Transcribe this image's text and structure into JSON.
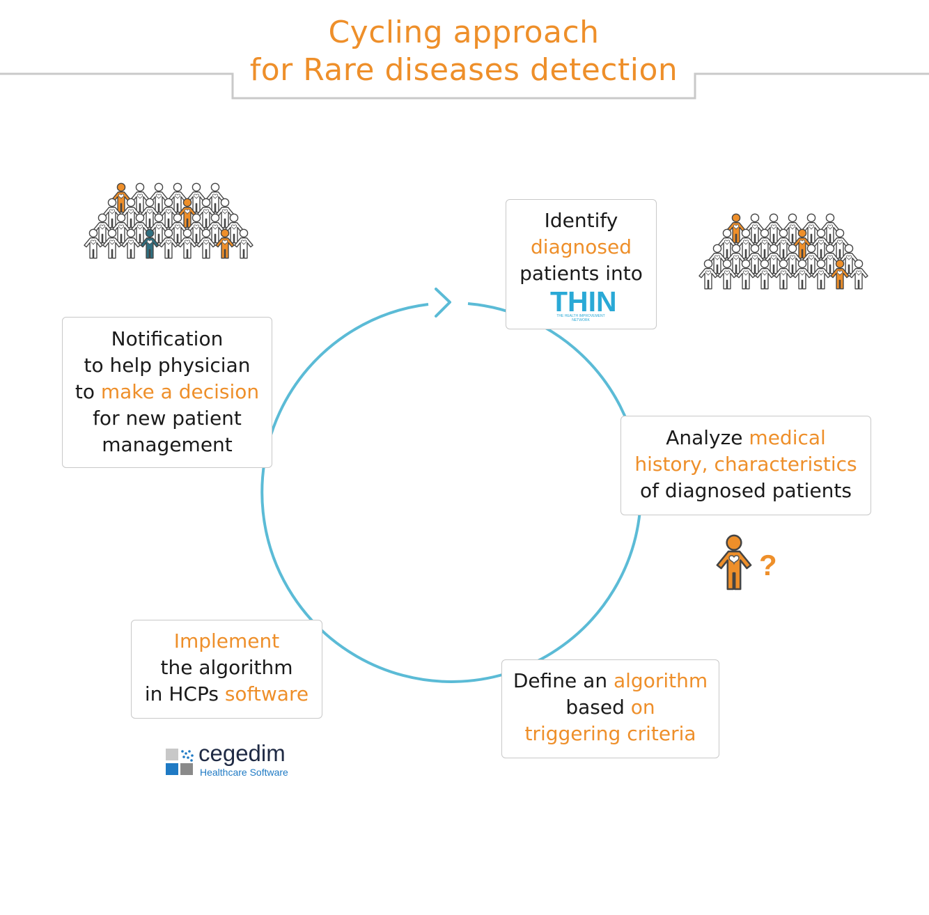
{
  "title": {
    "line1": "Cycling approach",
    "line2": "for Rare diseases detection"
  },
  "colors": {
    "accent": "#ee8f2a",
    "cycle": "#5bbbd6",
    "teal": "#2f6f80",
    "thin": "#2aa9d6",
    "border": "#c8c8c8"
  },
  "steps": {
    "identify": {
      "l1": "Identify",
      "l2": "diagnosed",
      "l3": "patients into"
    },
    "analyze": {
      "l1a": "Analyze ",
      "l1b": "medical",
      "l2": "history, characteristics",
      "l3": "of diagnosed patients"
    },
    "define": {
      "l1a": "Define an ",
      "l1b": "algorithm",
      "l2a": "based ",
      "l2b": "on",
      "l3": "triggering criteria"
    },
    "implement": {
      "l1": "Implement",
      "l2": "the algorithm",
      "l3a": "in HCPs ",
      "l3b": "software"
    },
    "notify": {
      "l1": "Notification",
      "l2": "to help physician",
      "l3a": "to ",
      "l3b": "make a decision",
      "l4": "for new patient",
      "l5": "management"
    }
  },
  "thin_logo": {
    "name": "THIN",
    "tagline": "THE HEALTH IMPROVEMENT NETWORK"
  },
  "question_mark": "?",
  "brand": {
    "name": "cegedim",
    "subtitle": "Healthcare Software"
  },
  "icons": [
    "crowd-icon",
    "cycle-arrow-icon",
    "person-question-icon",
    "cegedim-logo-icon"
  ]
}
